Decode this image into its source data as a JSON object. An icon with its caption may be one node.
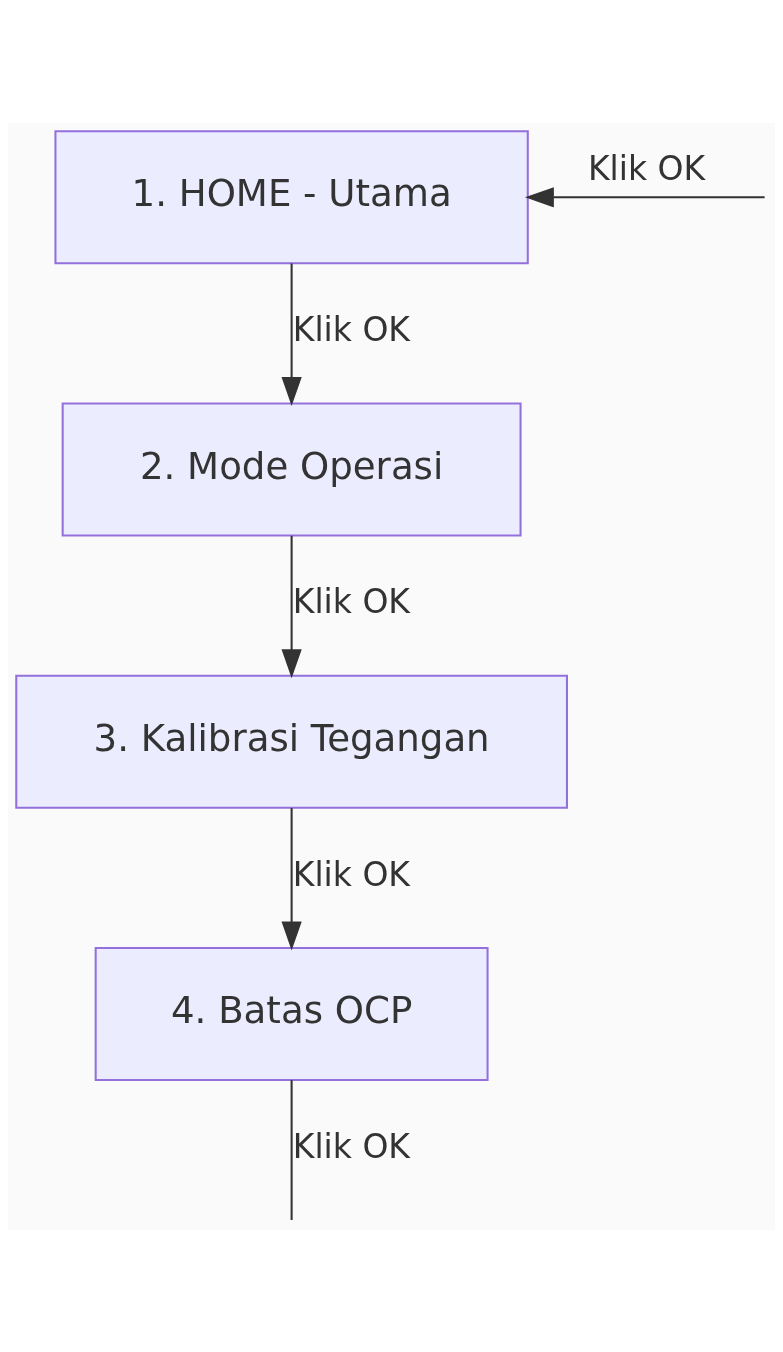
{
  "diagram": {
    "nodes": [
      {
        "text": [
          "1. HOME - Utama"
        ]
      },
      {
        "text": [
          "2. Mode Operasi"
        ]
      },
      {
        "text": [
          "3. Kalibrasi Tegangan"
        ]
      },
      {
        "text": [
          "4. Batas OCP"
        ]
      }
    ],
    "edges": [
      {
        "from": 0,
        "to": 1,
        "arrow": "to",
        "label": "Klik OK"
      },
      {
        "from": 1,
        "to": 2,
        "arrow": "to",
        "label": "Klik OK"
      },
      {
        "from": 2,
        "to": 3,
        "arrow": "to",
        "label": "Klik OK"
      },
      {
        "from": 3,
        "to": null,
        "arrow": "none",
        "label": "Klik OK"
      },
      {
        "from": null,
        "to": 0,
        "arrow": "to",
        "label": "Klik OK"
      }
    ]
  }
}
